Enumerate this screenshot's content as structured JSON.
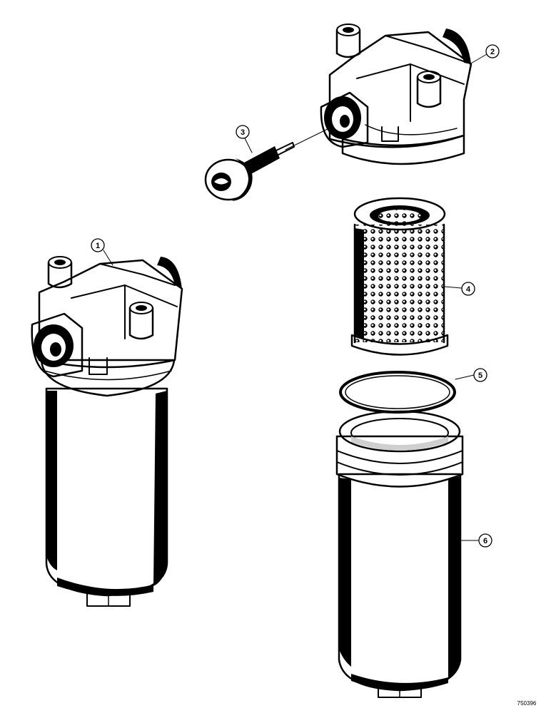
{
  "callouts": [
    {
      "id": "1",
      "label": "1"
    },
    {
      "id": "2",
      "label": "2"
    },
    {
      "id": "3",
      "label": "3"
    },
    {
      "id": "4",
      "label": "4"
    },
    {
      "id": "5",
      "label": "5"
    },
    {
      "id": "6",
      "label": "6"
    }
  ],
  "reference_number": "750396",
  "colors": {
    "ink": "#000000",
    "paper": "#ffffff",
    "shade": "#cfcfcf"
  }
}
